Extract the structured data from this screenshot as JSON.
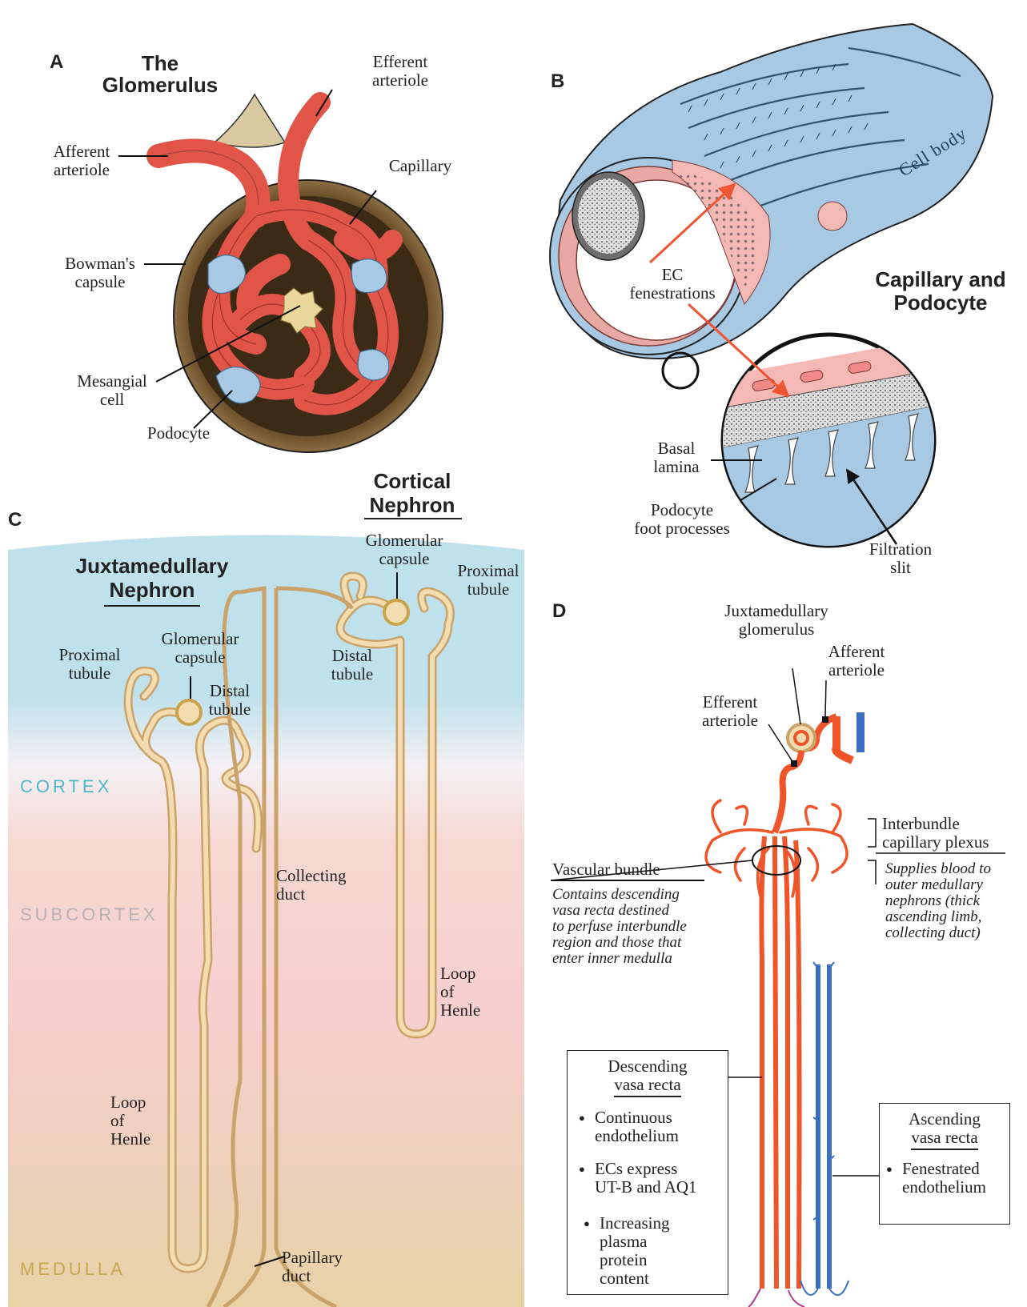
{
  "colors": {
    "vessel_red": "#e05548",
    "artery_orange": "#f0552a",
    "vein_blue": "#3a6fc4",
    "podocyte_blue": "#a7c9e3",
    "tubule_tan": "#e6c48e",
    "capsule_brown": "#8a6a3c",
    "cortex_blue": "#bfe1ec",
    "medulla_pink": "#f6cfcf",
    "medulla_tan": "#e8d3a6",
    "cortex_label": "#4bb7c8",
    "subcortex_label": "#b8b0b6",
    "medulla_label": "#c8a650"
  },
  "panel_a": {
    "letter": "A",
    "title_line1": "The",
    "title_line2": "Glomerulus",
    "labels": {
      "efferent": [
        "Efferent",
        "arteriole"
      ],
      "afferent": [
        "Afferent",
        "arteriole"
      ],
      "capillary": "Capillary",
      "bowmans": [
        "Bowman's",
        "capsule"
      ],
      "mesangial": [
        "Mesangial",
        "cell"
      ],
      "podocyte": "Podocyte"
    }
  },
  "panel_b": {
    "letter": "B",
    "title_line1": "Capillary and",
    "title_line2": "Podocyte",
    "labels": {
      "cell_body": "Cell body",
      "ec_fenestrations": [
        "EC",
        "fenestrations"
      ],
      "basal_lamina": [
        "Basal",
        "lamina"
      ],
      "foot_processes": [
        "Podocyte",
        "foot processes"
      ],
      "filtration_slit": [
        "Filtration",
        "slit"
      ]
    }
  },
  "panel_c": {
    "letter": "C",
    "cortical_title": [
      "Cortical",
      "Nephron"
    ],
    "juxta_title": [
      "Juxtamedullary",
      "Nephron"
    ],
    "zones": {
      "cortex": "CORTEX",
      "subcortex": "SUBCORTEX",
      "medulla": "MEDULLA"
    },
    "cortical_labels": {
      "glomerular_capsule": [
        "Glomerular",
        "capsule"
      ],
      "proximal_tubule": [
        "Proximal",
        "tubule"
      ],
      "distal_tubule": [
        "Distal",
        "tubule"
      ],
      "loop_of_henle": [
        "Loop",
        "of",
        "Henle"
      ]
    },
    "juxta_labels": {
      "proximal_tubule": [
        "Proximal",
        "tubule"
      ],
      "glomerular_capsule": [
        "Glomerular",
        "capsule"
      ],
      "distal_tubule": [
        "Distal",
        "tubule"
      ],
      "loop_of_henle": [
        "Loop",
        "of",
        "Henle"
      ]
    },
    "collecting_duct": [
      "Collecting",
      "duct"
    ],
    "papillary_duct": [
      "Papillary",
      "duct"
    ]
  },
  "panel_d": {
    "letter": "D",
    "juxta_glomerulus": [
      "Juxtamedullary",
      "glomerulus"
    ],
    "afferent": [
      "Afferent",
      "arteriole"
    ],
    "efferent": [
      "Efferent",
      "arteriole"
    ],
    "interbundle_title": [
      "Interbundle",
      "capillary plexus"
    ],
    "interbundle_note": [
      "Supplies blood to",
      "outer medullary",
      "nephrons (thick",
      "ascending limb,",
      "collecting duct)"
    ],
    "vascular_bundle_title": "Vascular bundle",
    "vascular_bundle_note": [
      "Contains descending",
      "vasa recta destined",
      "to perfuse interbundle",
      "region and those that",
      "enter inner medulla"
    ],
    "descending_box": {
      "title": [
        "Descending",
        "vasa recta"
      ],
      "bullets": [
        [
          "Continuous",
          "endothelium"
        ],
        [
          "ECs express",
          "UT-B and AQ1"
        ],
        [
          "Increasing",
          "plasma",
          "protein",
          "content"
        ]
      ]
    },
    "ascending_box": {
      "title": [
        "Ascending",
        "vasa recta"
      ],
      "bullets": [
        [
          "Fenestrated",
          "endothelium"
        ]
      ]
    }
  }
}
